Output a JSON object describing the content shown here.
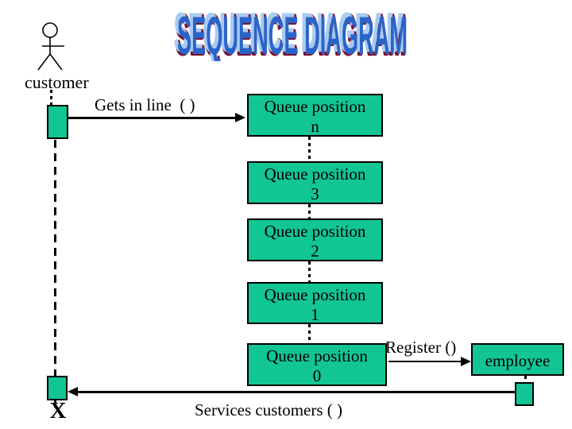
{
  "slide": {
    "title": "SEQUENCE DIAGRAM"
  },
  "colors": {
    "activation_green": "#12C594",
    "title_fill": "#2A64C8",
    "title_outline": "#7B1230",
    "title_highlight": "#A9CBF2",
    "line_color": "#000000"
  },
  "actors": {
    "customer": {
      "label": "customer"
    },
    "employee": {
      "label": "employee"
    }
  },
  "messages": {
    "gets_in_line": "Gets in line  ( )",
    "register": "Register ()",
    "services_customers": "Services customers ( )"
  },
  "queue_boxes": [
    {
      "line1": "Queue position",
      "line2": "n"
    },
    {
      "line1": "Queue position",
      "line2": "3"
    },
    {
      "line1": "Queue position",
      "line2": "2"
    },
    {
      "line1": "Queue position",
      "line2": "1"
    },
    {
      "line1": "Queue position",
      "line2": "0"
    }
  ],
  "destruction_marker": "X",
  "icons": {
    "actor": "stick-figure-icon"
  }
}
